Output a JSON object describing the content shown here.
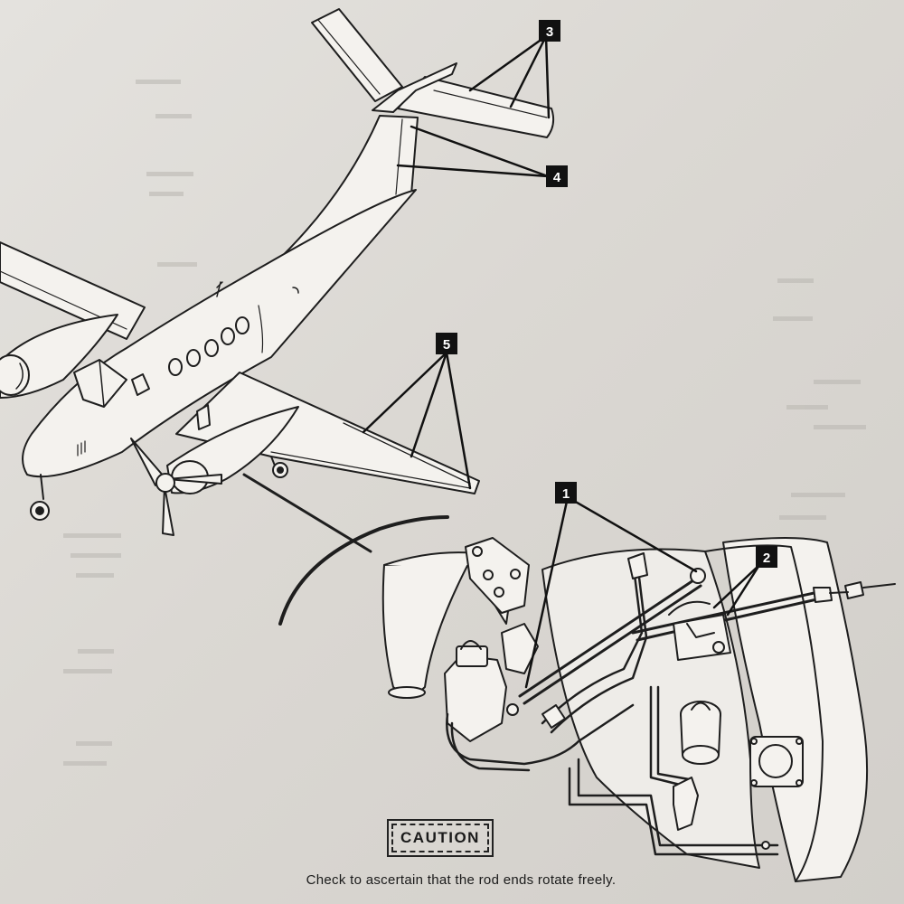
{
  "callouts": {
    "c1": "1",
    "c2": "2",
    "c3": "3",
    "c4": "4",
    "c5": "5"
  },
  "caution": {
    "label": "CAUTION",
    "text": "Check to ascertain that the rod ends rotate freely."
  }
}
